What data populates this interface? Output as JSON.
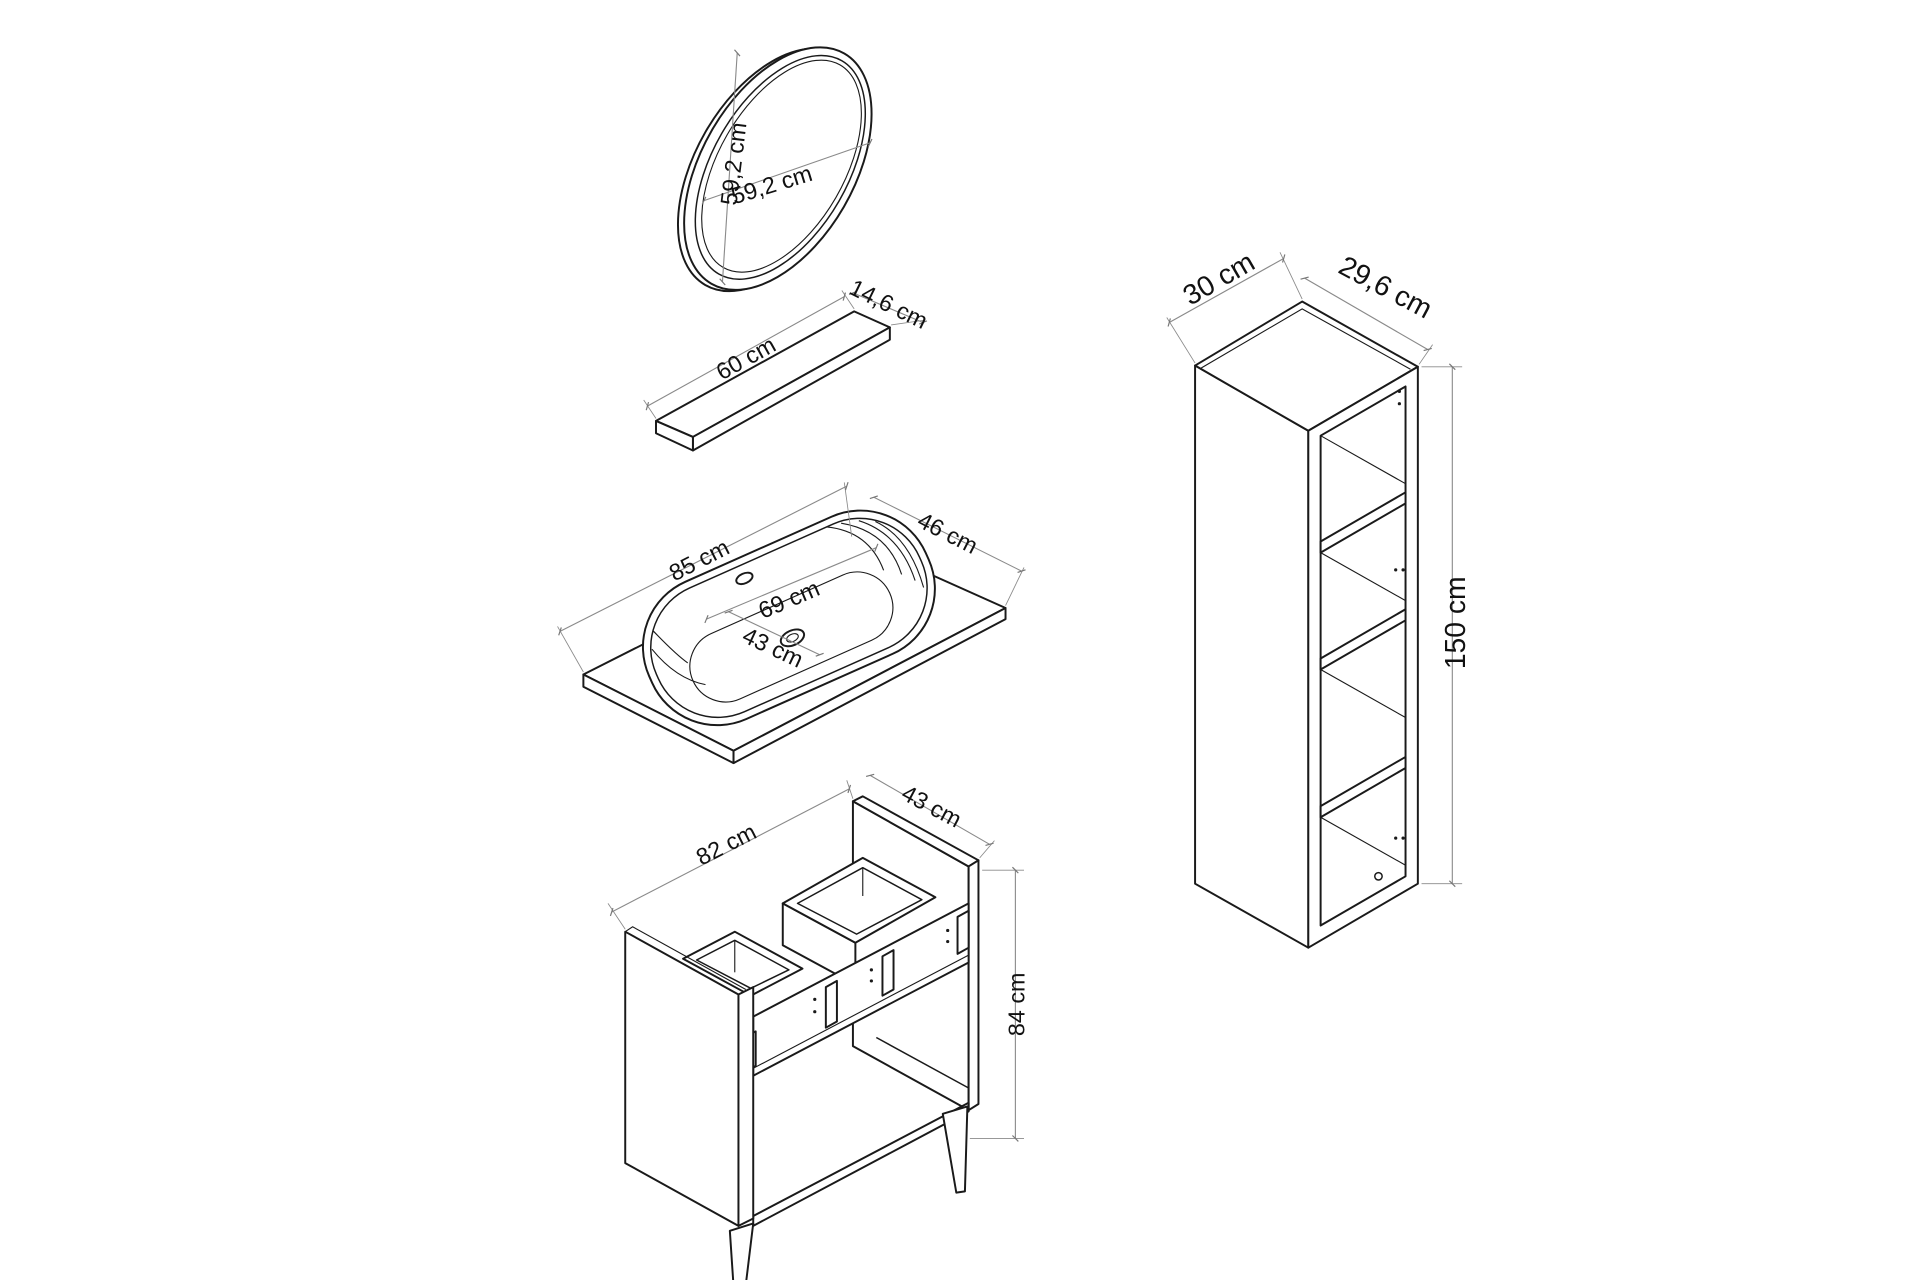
{
  "colors": {
    "line": "#1a1a1a",
    "dimension": "#8a8a8a",
    "text": "#111111",
    "background": "#ffffff"
  },
  "mirror": {
    "height_label": "59,2 cm",
    "width_label": "59,2 cm"
  },
  "wall_shelf": {
    "width_label": "60 cm",
    "depth_label": "14,6 cm"
  },
  "countertop": {
    "width_label": "85 cm",
    "depth_label": "46 cm",
    "basin_length_label": "69 cm",
    "basin_width_label": "43 cm"
  },
  "base_cabinet": {
    "width_label": "82 cm",
    "depth_label": "43 cm",
    "height_label": "84 cm"
  },
  "tall_cabinet": {
    "width_label": "30 cm",
    "depth_label": "29,6 cm",
    "height_label": "150 cm"
  }
}
